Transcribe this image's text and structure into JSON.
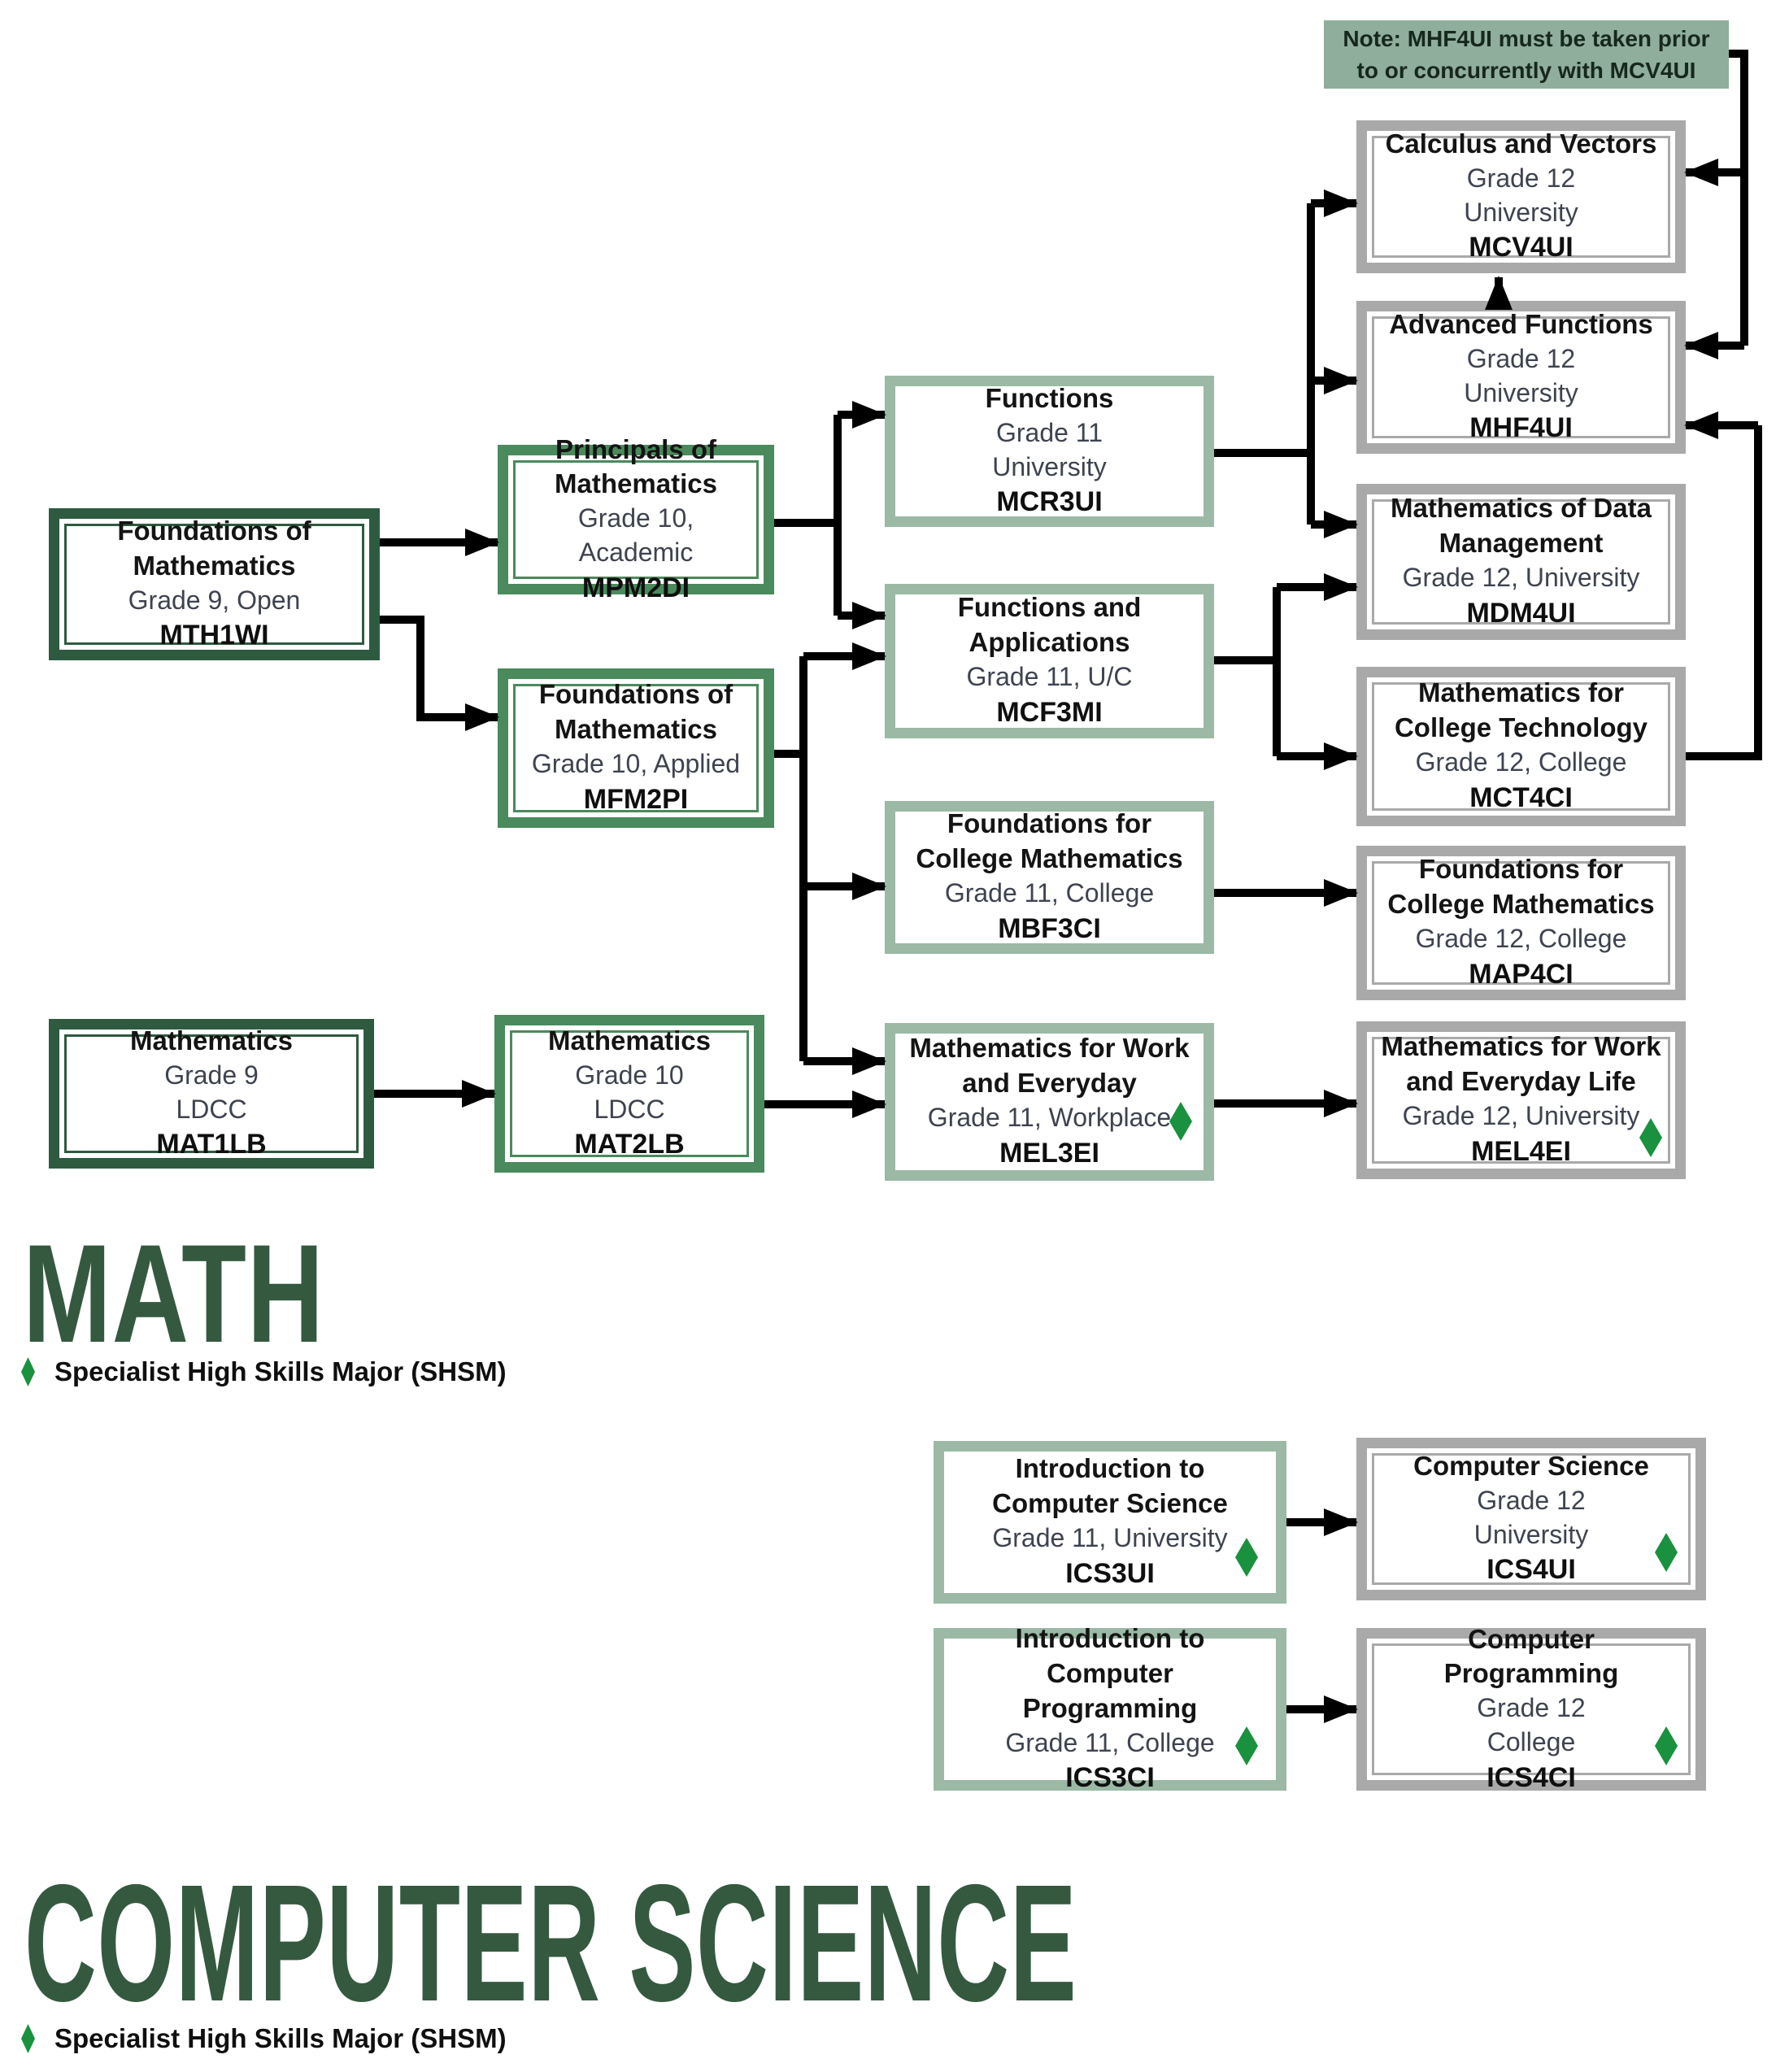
{
  "note": {
    "text": "Note: MHF4UI must be taken prior to or concurrently with MCV4UI"
  },
  "sections": [
    {
      "title": "MATH"
    },
    {
      "title": "COMPUTER SCIENCE"
    }
  ],
  "legend": {
    "icon": "shsm-diamond",
    "label": "Specialist High Skills Major (SHSM)"
  },
  "colors": {
    "dark_green_border": "#2e5b40",
    "medium_green_border": "#4a8a5c",
    "sage_border": "#9bb9a5",
    "gray_border": "#a9a9a9",
    "note_background": "#8fae9b",
    "shsm_diamond_green": "#19913f",
    "section_title_green": "#35593f",
    "arrow_black": "#000000"
  },
  "courses": [
    {
      "code": "MTH1WI",
      "title": "Foundations of Mathematics",
      "subtitle1": "Grade 9, Open",
      "shsm": false
    },
    {
      "code": "MPM2DI",
      "title": "Principals of Mathematics",
      "subtitle1": "Grade 10, Academic",
      "shsm": false
    },
    {
      "code": "MFM2PI",
      "title": "Foundations of Mathematics",
      "subtitle1": "Grade 10, Applied",
      "shsm": false
    },
    {
      "code": "MCR3UI",
      "title": "Functions",
      "subtitle1": "Grade 11",
      "subtitle2": "University",
      "shsm": false
    },
    {
      "code": "MCF3MI",
      "title": "Functions and Applications",
      "subtitle1": "Grade 11, U/C",
      "shsm": false
    },
    {
      "code": "MBF3CI",
      "title": "Foundations for College Mathematics",
      "subtitle1": "Grade 11, College",
      "shsm": false
    },
    {
      "code": "MEL3EI",
      "title": "Mathematics for Work and Everyday",
      "subtitle1": "Grade 11, Workplace",
      "shsm": true
    },
    {
      "code": "MCV4UI",
      "title": "Calculus and Vectors",
      "subtitle1": "Grade 12",
      "subtitle2": "University",
      "shsm": false
    },
    {
      "code": "MHF4UI",
      "title": "Advanced Functions",
      "subtitle1": "Grade 12",
      "subtitle2": "University",
      "shsm": false
    },
    {
      "code": "MDM4UI",
      "title": "Mathematics of Data Management",
      "subtitle1": "Grade 12, University",
      "shsm": false
    },
    {
      "code": "MCT4CI",
      "title": "Mathematics for College Technology",
      "subtitle1": "Grade 12, College",
      "shsm": false
    },
    {
      "code": "MAP4CI",
      "title": "Foundations for College Mathematics",
      "subtitle1": "Grade 12, College",
      "shsm": false
    },
    {
      "code": "MEL4EI",
      "title": "Mathematics for Work and Everyday Life",
      "subtitle1": "Grade 12, University",
      "shsm": true
    },
    {
      "code": "MAT1LB",
      "title": "Mathematics",
      "subtitle1": "Grade 9",
      "subtitle2": "LDCC",
      "shsm": false
    },
    {
      "code": "MAT2LB",
      "title": "Mathematics",
      "subtitle1": "Grade 10",
      "subtitle2": "LDCC",
      "shsm": false
    },
    {
      "code": "ICS3UI",
      "title": "Introduction to Computer Science",
      "subtitle1": "Grade 11, University",
      "shsm": true
    },
    {
      "code": "ICS4UI",
      "title": "Computer Science",
      "subtitle1": "Grade 12",
      "subtitle2": "University",
      "shsm": true
    },
    {
      "code": "ICS3CI",
      "title": "Introduction to Computer Programming",
      "subtitle1": "Grade 11, College",
      "shsm": true
    },
    {
      "code": "ICS4CI",
      "title": "Computer Programming",
      "subtitle1": "Grade 12",
      "subtitle2": "College",
      "shsm": true
    }
  ],
  "connections": [
    {
      "from": "MTH1WI",
      "to": "MPM2DI"
    },
    {
      "from": "MTH1WI",
      "to": "MFM2PI"
    },
    {
      "from": "MPM2DI",
      "to": "MCR3UI"
    },
    {
      "from": "MPM2DI",
      "to": "MCF3MI"
    },
    {
      "from": "MFM2PI",
      "to": "MCF3MI"
    },
    {
      "from": "MFM2PI",
      "to": "MBF3CI"
    },
    {
      "from": "MFM2PI",
      "to": "MEL3EI"
    },
    {
      "from": "MCR3UI",
      "to": "MCV4UI"
    },
    {
      "from": "MCR3UI",
      "to": "MHF4UI"
    },
    {
      "from": "MCR3UI",
      "to": "MDM4UI"
    },
    {
      "from": "MCF3MI",
      "to": "MDM4UI"
    },
    {
      "from": "MCF3MI",
      "to": "MCT4CI"
    },
    {
      "from": "MBF3CI",
      "to": "MAP4CI"
    },
    {
      "from": "MEL3EI",
      "to": "MEL4EI"
    },
    {
      "from": "MHF4UI",
      "to": "MCV4UI"
    },
    {
      "from": "MCT4CI",
      "to": "MHF4UI"
    },
    {
      "from": "note",
      "to": "MCV4UI"
    },
    {
      "from": "note",
      "to": "MHF4UI"
    },
    {
      "from": "MAT1LB",
      "to": "MAT2LB"
    },
    {
      "from": "MAT2LB",
      "to": "MEL3EI"
    },
    {
      "from": "ICS3UI",
      "to": "ICS4UI"
    },
    {
      "from": "ICS3CI",
      "to": "ICS4CI"
    }
  ]
}
